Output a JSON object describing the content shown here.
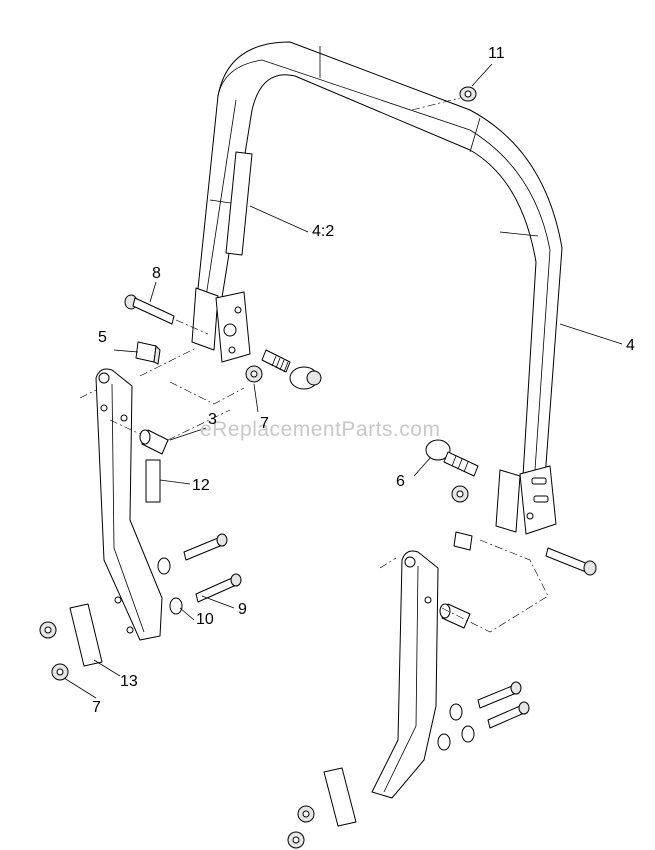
{
  "watermark": "eReplacementParts.com",
  "callouts": [
    {
      "id": "c11",
      "text": "11"
    },
    {
      "id": "c42",
      "text": "4:2"
    },
    {
      "id": "c8",
      "text": "8"
    },
    {
      "id": "c4",
      "text": "4"
    },
    {
      "id": "c5",
      "text": "5"
    },
    {
      "id": "c3",
      "text": "3"
    },
    {
      "id": "c7a",
      "text": "7"
    },
    {
      "id": "c6",
      "text": "6"
    },
    {
      "id": "c12",
      "text": "12"
    },
    {
      "id": "c9",
      "text": "9"
    },
    {
      "id": "c10",
      "text": "10"
    },
    {
      "id": "c13",
      "text": "13"
    },
    {
      "id": "c7b",
      "text": "7"
    }
  ]
}
